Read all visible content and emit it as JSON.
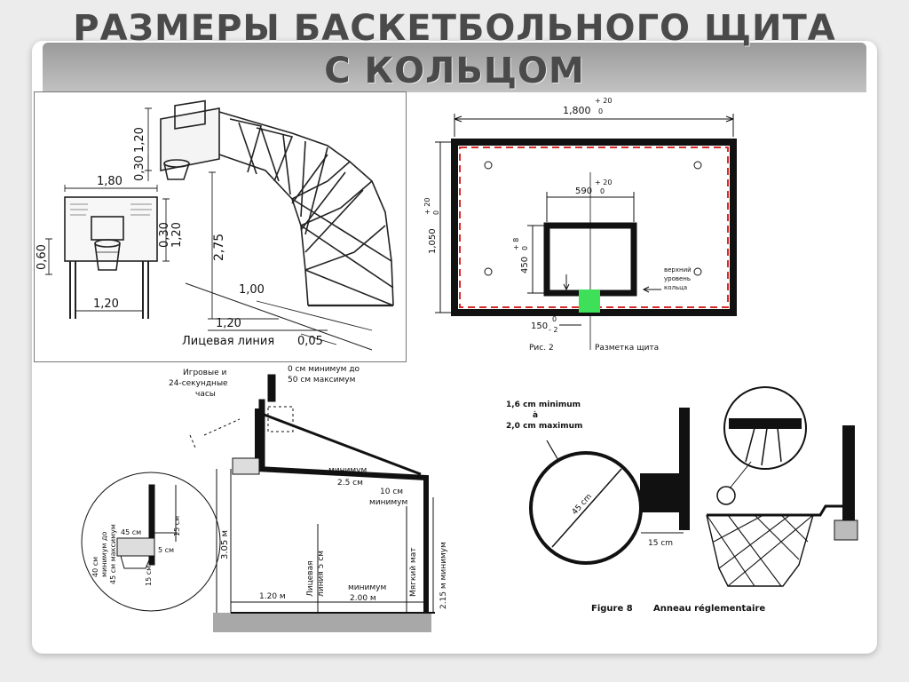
{
  "slide": {
    "title_line1": "РАЗМЕРЫ БАСКЕТБОЛЬНОГО ЩИТА",
    "title_line2": "С КОЛЬЦОМ"
  },
  "panel_3d": {
    "dim_board_height": "1,20",
    "dim_ring_height_small": "0,30",
    "dim_board_width": "1,80",
    "dim_ring_offset": "0,30",
    "dim_board_side": "1,20",
    "dim_left_height": "0,60",
    "dim_post_span": "1,20",
    "dim_total_height": "2,75",
    "dim_extension": "1,00",
    "dim_base": "1,20",
    "dim_line_offset": "0,05",
    "end_line_label": "Лицевая линия"
  },
  "panel_board": {
    "width_value": "1,800",
    "width_tol_plus": "+ 20",
    "width_tol_minus": "0",
    "height_value": "1,050",
    "height_tol_plus": "+ 20",
    "height_tol_minus": "0",
    "inner_width_value": "590",
    "inner_width_tol_plus": "+ 20",
    "inner_width_tol_minus": "0",
    "inner_height_value": "450",
    "inner_height_tol_plus": "+ 8",
    "inner_height_tol_minus": "0",
    "bottom_value": "150",
    "bottom_tol_plus": "0",
    "bottom_tol_minus": "- 2",
    "ring_level_note_1": "верхний",
    "ring_level_note_2": "уровень",
    "ring_level_note_3": "кольца",
    "figure_caption": "Рис. 2",
    "figure_title": "Разметка щита",
    "colors": {
      "frame": "#111111",
      "dash": "#d62a2a",
      "marker": "#3ee05a"
    }
  },
  "panel_court": {
    "shot_clock_1": "Игровые и",
    "shot_clock_2": "24-секундные",
    "shot_clock_3": "часы",
    "top_note_1": "0 см минимум до",
    "top_note_2": "50 см максимум",
    "min_label_a": "минимум",
    "min_value_a": "2.5 см",
    "min_label_b": "10 см",
    "min_label_b2": "минимум",
    "mat_label": "Мягкий мат",
    "height_right": "2.15 м минимум",
    "height_left": "3.05 м",
    "base_left": "1.20 м",
    "end_line_1": "Лицевая",
    "end_line_2": "линия 5 см",
    "base_right_1": "минимум",
    "base_right_2": "2.00 м",
    "zoom_1": "40 см",
    "zoom_2": "минимум до",
    "zoom_3": "45 см максимум",
    "zoom_ring": "45 см",
    "zoom_depth": "15 см",
    "zoom_gap": "5 см",
    "zoom_lower": "15 см"
  },
  "panel_ring": {
    "note_1": "1,6 cm  minimum",
    "note_2": "à",
    "note_3": "2,0 cm  maximum",
    "ring_diameter": "45 cm",
    "ring_offset": "15 cm",
    "figure_label": "Figure 8",
    "figure_title": "Anneau réglementaire"
  }
}
